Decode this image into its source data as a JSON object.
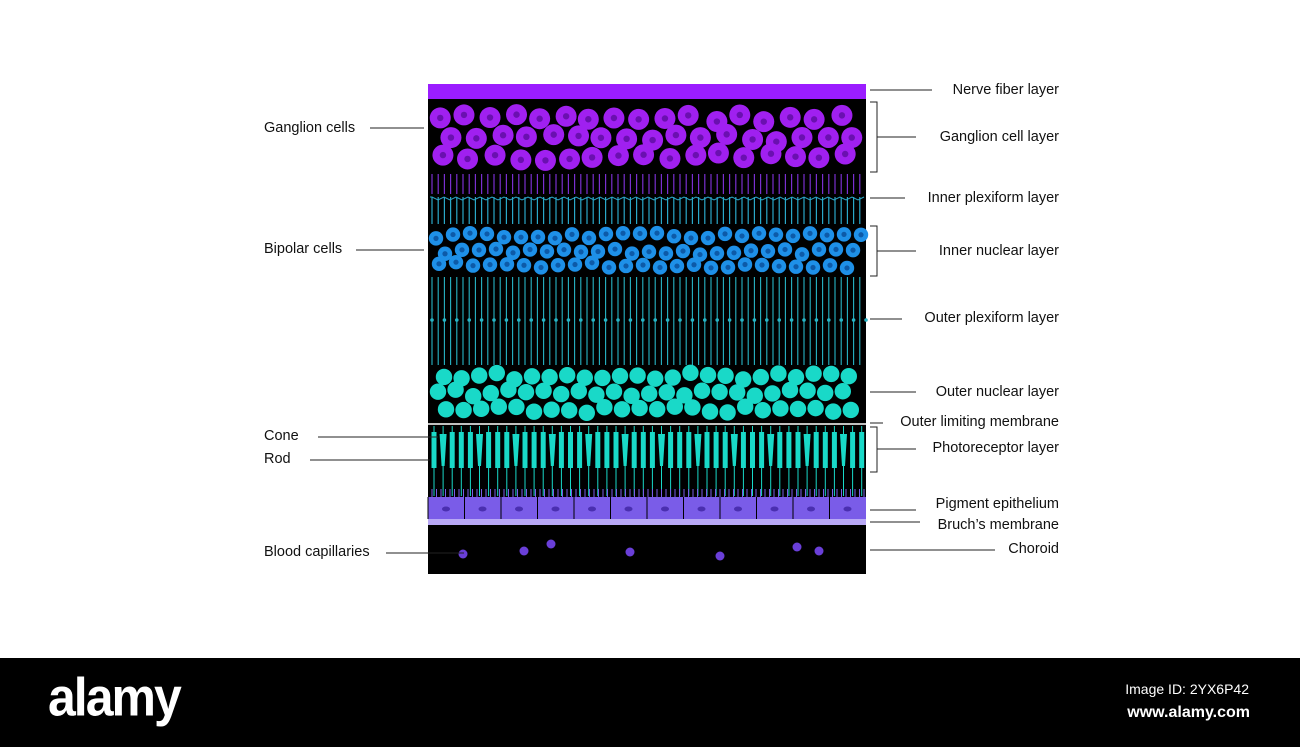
{
  "labels": {
    "nerve_fiber_layer": "Nerve fiber layer",
    "ganglion_cell_layer": "Ganglion cell layer",
    "inner_plexiform_layer": "Inner plexiform layer",
    "inner_nuclear_layer": "Inner nuclear layer",
    "outer_plexiform_layer": "Outer plexiform layer",
    "outer_nuclear_layer": "Outer nuclear layer",
    "outer_limiting_membrane": "Outer limiting membrane",
    "photoreceptor_layer": "Photoreceptor layer",
    "pigment_epithelium": "Pigment epithelium",
    "bruchs_membrane": "Bruch’s membrane",
    "choroid": "Choroid",
    "ganglion_cells": "Ganglion cells",
    "bipolar_cells": "Bipolar cells",
    "cone": "Cone",
    "rod": "Rod",
    "blood_capillaries": "Blood capillaries"
  },
  "footer": {
    "logo": "alamy",
    "image_id": "Image ID: 2YX6P42",
    "url": "www.alamy.com"
  },
  "colors": {
    "nerve_fiber": "#9b1dff",
    "ganglion": "#a020f0",
    "inner_nuclear": "#1e90e8",
    "outer_nuclear": "#19d9c8",
    "photoreceptor": "#19d9c8",
    "pigment": "#7a5ce8",
    "bruchs": "#b8a8f5",
    "choroid_cell": "#6a3fd8",
    "background": "#000000"
  }
}
